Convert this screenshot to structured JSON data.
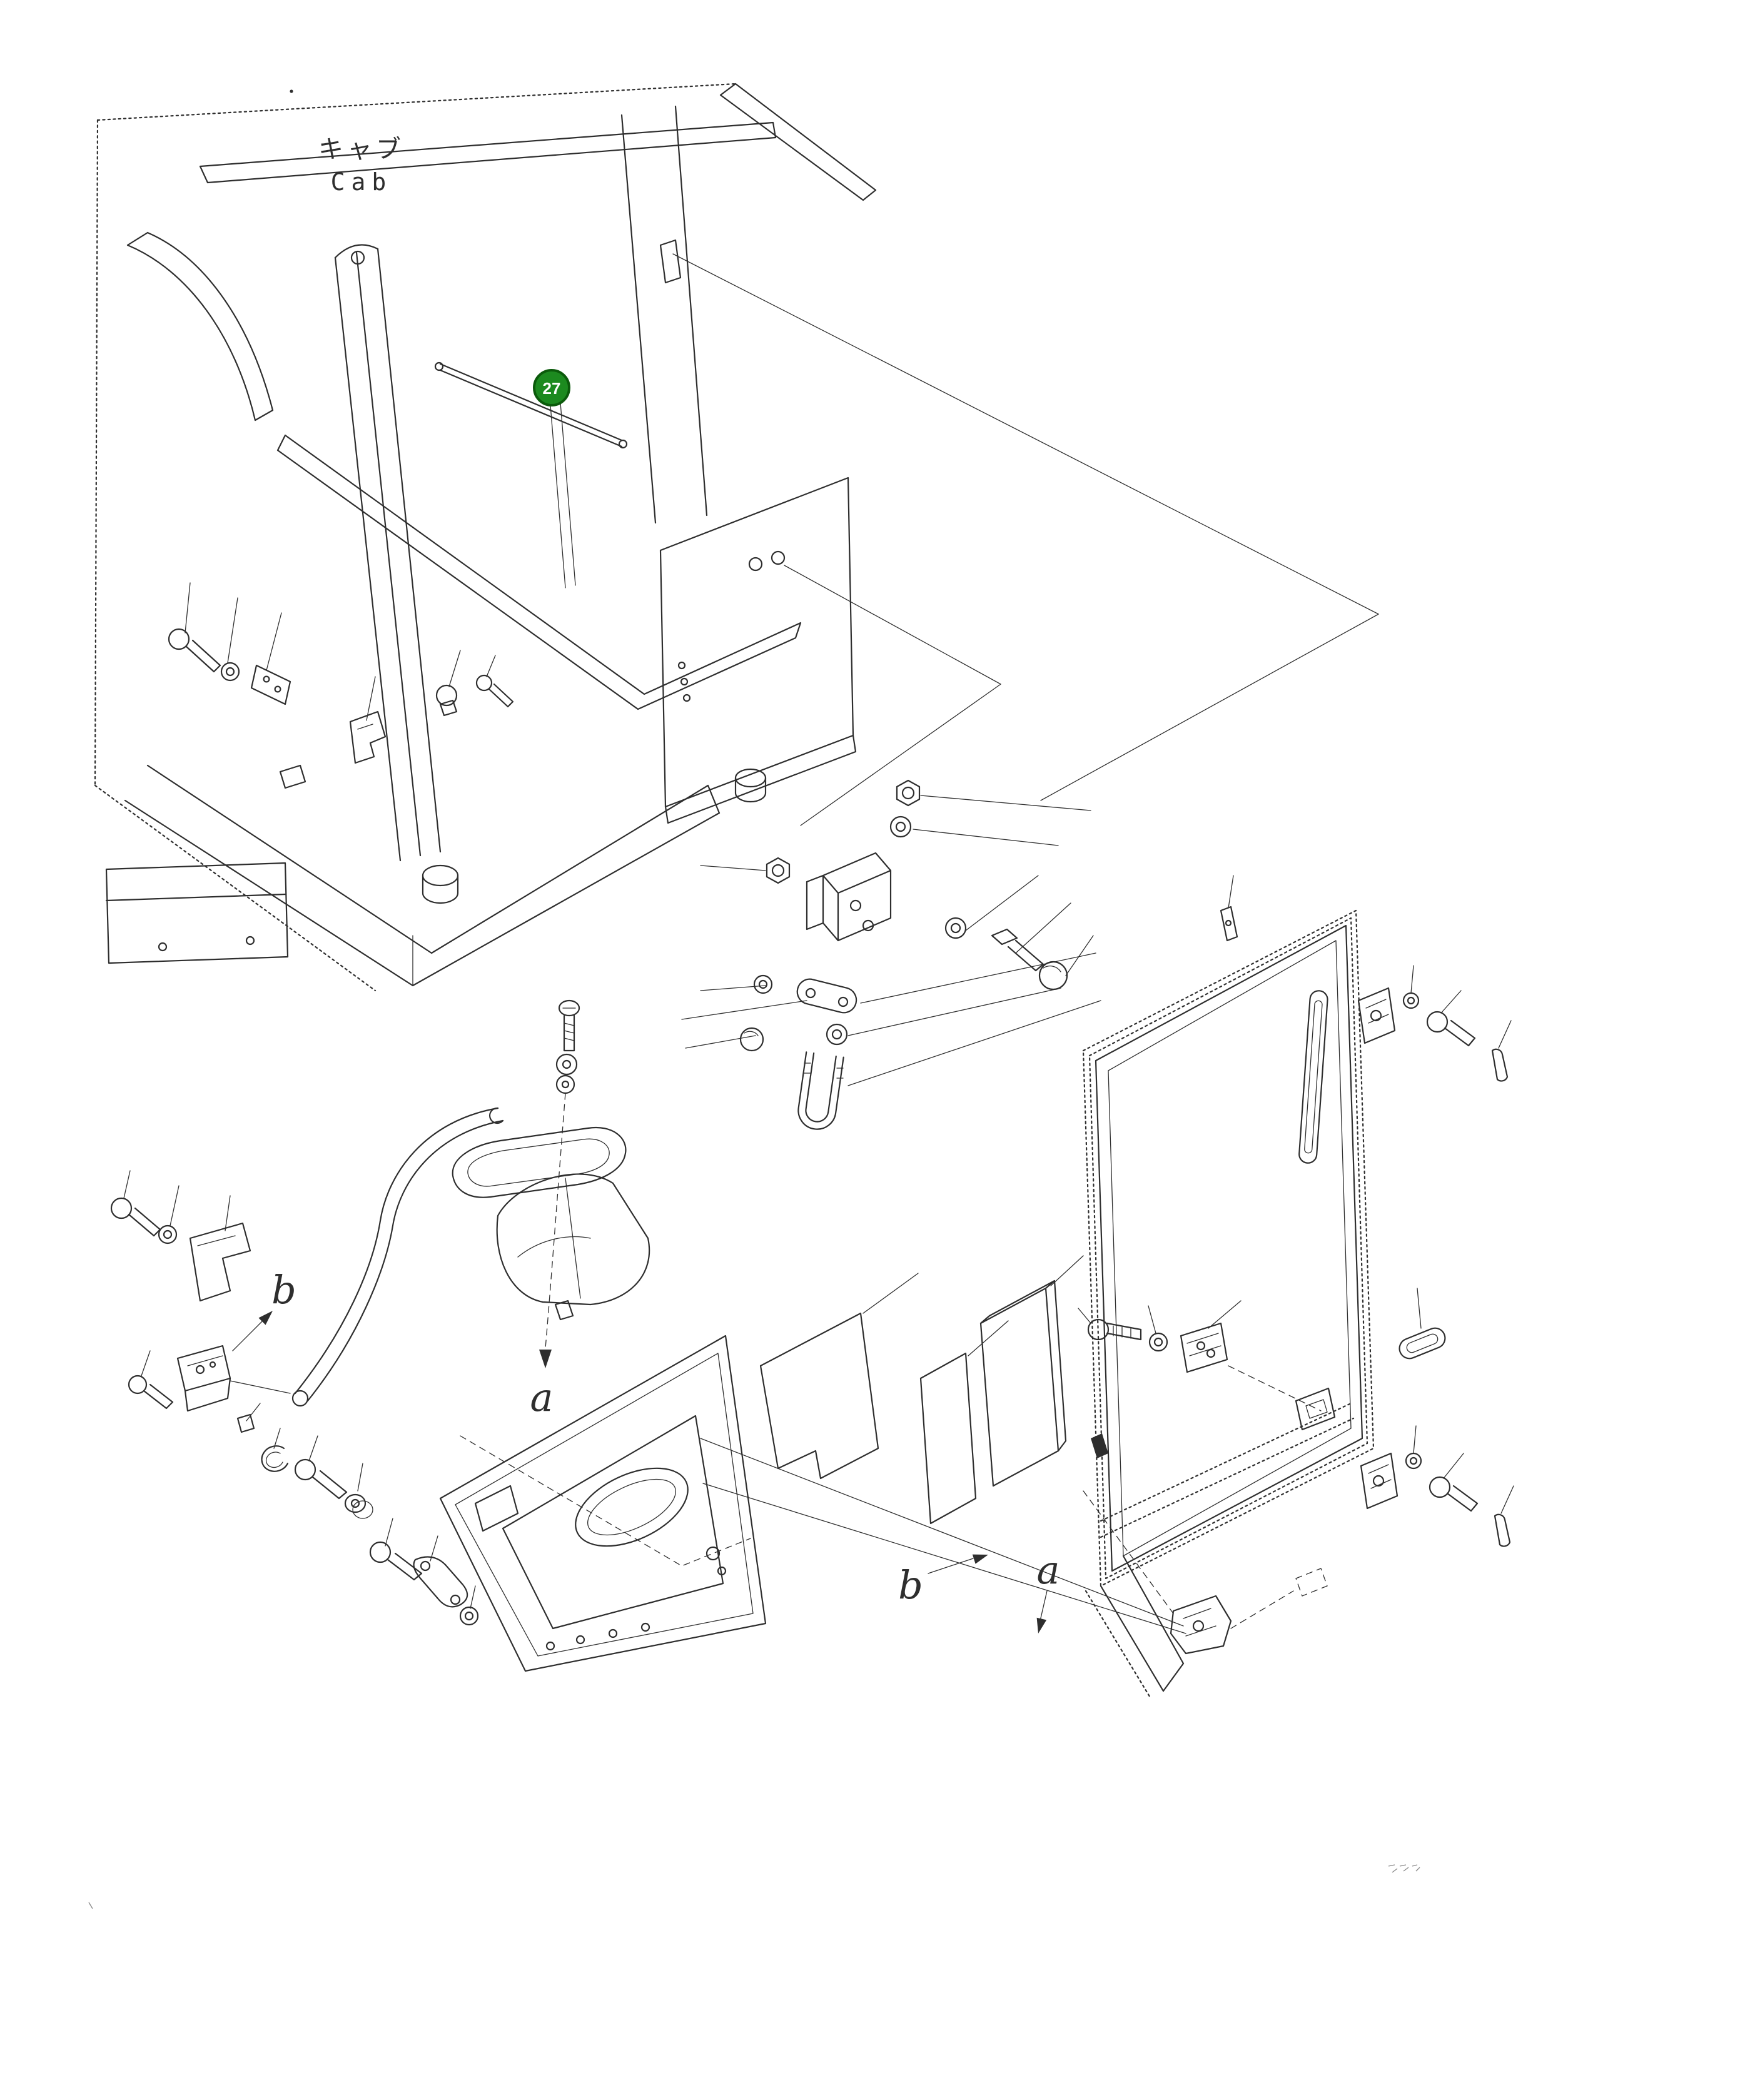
{
  "page": {
    "background": "#ffffff",
    "line_color": "#2e2e2e"
  },
  "diagram": {
    "cab_label": {
      "jp": "キャブ",
      "en": "Cab"
    },
    "callouts": [
      {
        "number": "27",
        "fill": "#1c8a1f",
        "ring": "#0b5a0b",
        "text_color": "#ffffff"
      }
    ],
    "detail_labels": [
      {
        "id": "b-left",
        "text": "b"
      },
      {
        "id": "a-center",
        "text": "a"
      },
      {
        "id": "b-right",
        "text": "b"
      },
      {
        "id": "a-right",
        "text": "a"
      }
    ]
  }
}
